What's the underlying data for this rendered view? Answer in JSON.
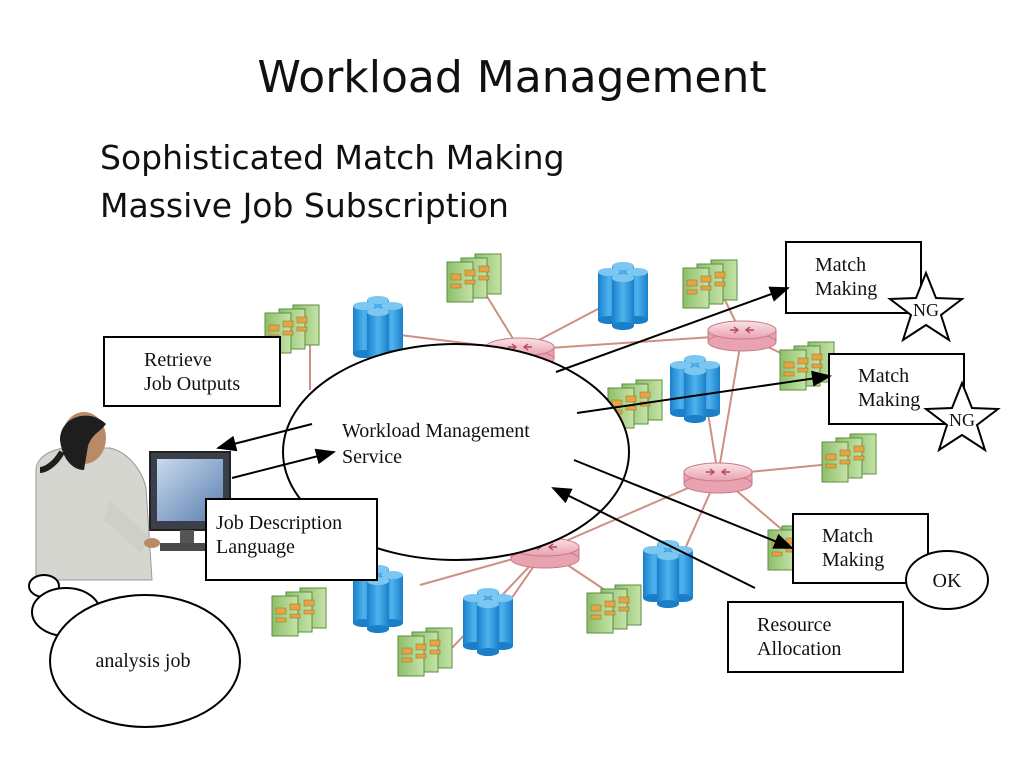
{
  "title": "Workload Management",
  "bullets": [
    "Sophisticated Match Making",
    "Massive Job Subscription"
  ],
  "diagram": {
    "service_label": [
      "Workload Management",
      "Service"
    ],
    "retrieve_label": [
      "Retrieve",
      "Job Outputs"
    ],
    "jdl_label": [
      "Job Description",
      "Language"
    ],
    "match_label": [
      "Match",
      "Making"
    ],
    "resource_label": [
      "Resource",
      "Allocation"
    ],
    "ng_label": "NG",
    "ok_label": "OK",
    "thought_label": "analysis job"
  }
}
